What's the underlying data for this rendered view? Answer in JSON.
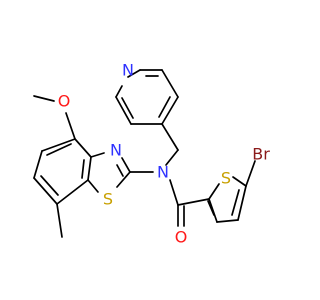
{
  "molecule": {
    "atoms": {
      "N_pyridine": "N",
      "O_methoxy": "O",
      "N_thiazole": "N",
      "N_amide": "N",
      "S_thiazole": "S",
      "S_thiophene": "S",
      "O_carbonyl": "O",
      "Br": "Br"
    },
    "colors": {
      "N": "#2f33ff",
      "O": "#ff1a1a",
      "S": "#c8a000",
      "Br": "#8b1a1a",
      "bond": "#000000",
      "background": "#ffffff"
    }
  }
}
